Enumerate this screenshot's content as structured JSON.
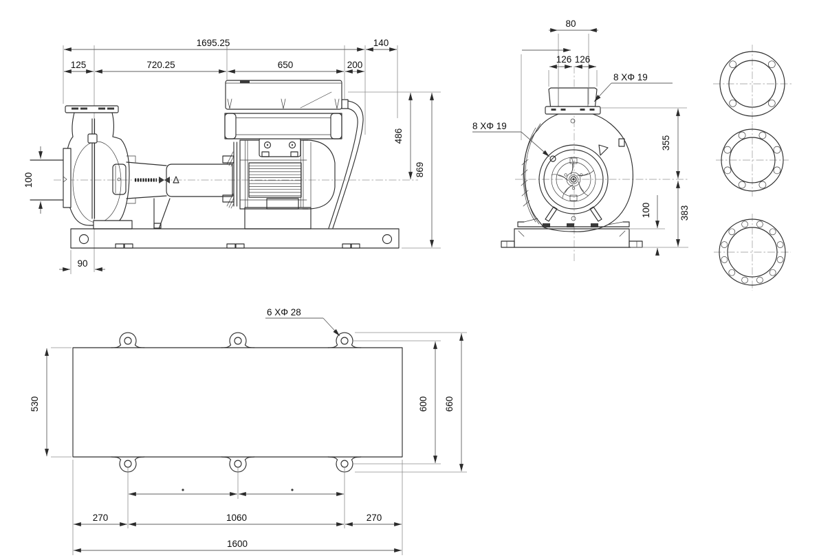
{
  "drawing": {
    "side_view": {
      "overall_length": "1695.25",
      "cable_overhang": "140",
      "flange_offset": "125",
      "flange_to_motor_box": "720.25",
      "motor_box_length": "650",
      "box_to_cable": "200",
      "centerline_to_top": "486",
      "total_height": "869",
      "suction_bore": "100",
      "base_edge_offset": "90"
    },
    "end_view": {
      "top_width": "80",
      "bolt_spacing_left": "126",
      "bolt_spacing_right": "126",
      "discharge_flange_holes": "8  XΦ 19",
      "suction_flange_holes": "8  XΦ 19",
      "flange_to_centerline": "355",
      "base_height": "100",
      "centerline_to_base": "383"
    },
    "plan_view": {
      "base_width": "530",
      "hole_span": "600",
      "overall_width": "660",
      "left_margin": "270",
      "hole_pitch": "1060",
      "right_margin": "270",
      "overall_length": "1600",
      "base_holes": "6  XΦ 28"
    }
  }
}
